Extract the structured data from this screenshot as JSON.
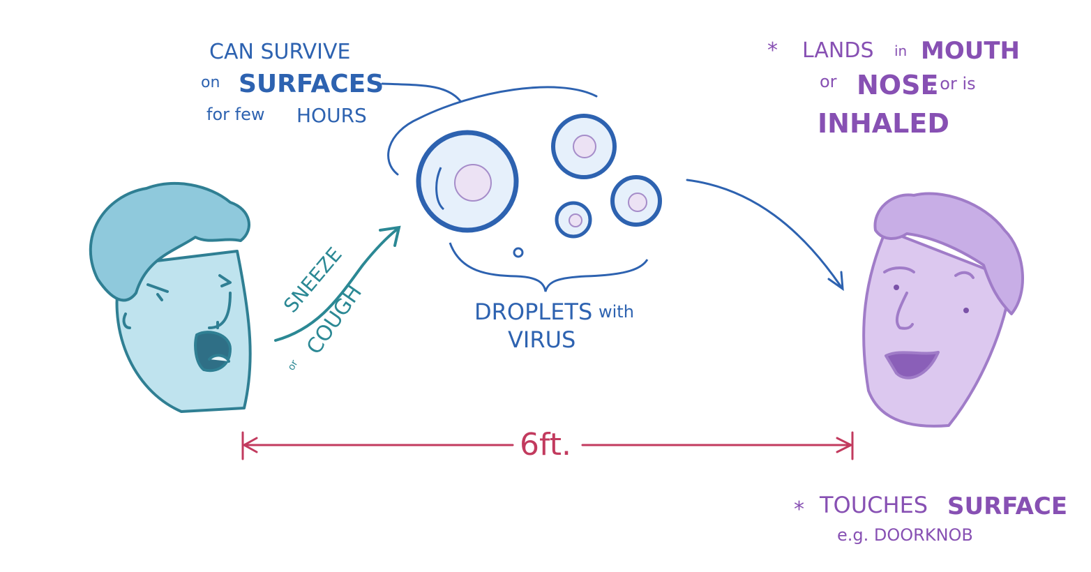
{
  "colors": {
    "droplet_blue": "#2d62b0",
    "sneeze_teal": "#2b8894",
    "transmission_purple": "#8750b3",
    "distance_red": "#c23a5e",
    "sick_face": "#bfe3ee",
    "healthy_face": "#dcc8ef"
  },
  "survive_note": {
    "line1": "CAN SURVIVE",
    "line2_small": "on",
    "line2_big": "SURFACES",
    "line3_small": "for few",
    "line3_big": "HOURS"
  },
  "sneeze_label": {
    "sneeze": "SNEEZE",
    "or": "or",
    "cough": "COUGH"
  },
  "droplets_label": {
    "droplets": "DROPLETS",
    "with": "with",
    "virus": "VIRUS"
  },
  "route_inhaled": {
    "bullet": "*",
    "lands": "LANDS",
    "in": "in",
    "mouth": "MOUTH",
    "or1": "or",
    "nose": "NOSE",
    "or_is": ", or is",
    "inhaled": "INHALED"
  },
  "route_surface": {
    "bullet": "*",
    "touches": "TOUCHES",
    "surface": "SURFACE",
    "example": "e.g. DOORKNOB"
  },
  "distance": {
    "label": "6ft."
  },
  "icons": [
    "sick-person-face",
    "healthy-person-face",
    "virus-droplet",
    "curved-arrow",
    "double-headed-arrow"
  ]
}
